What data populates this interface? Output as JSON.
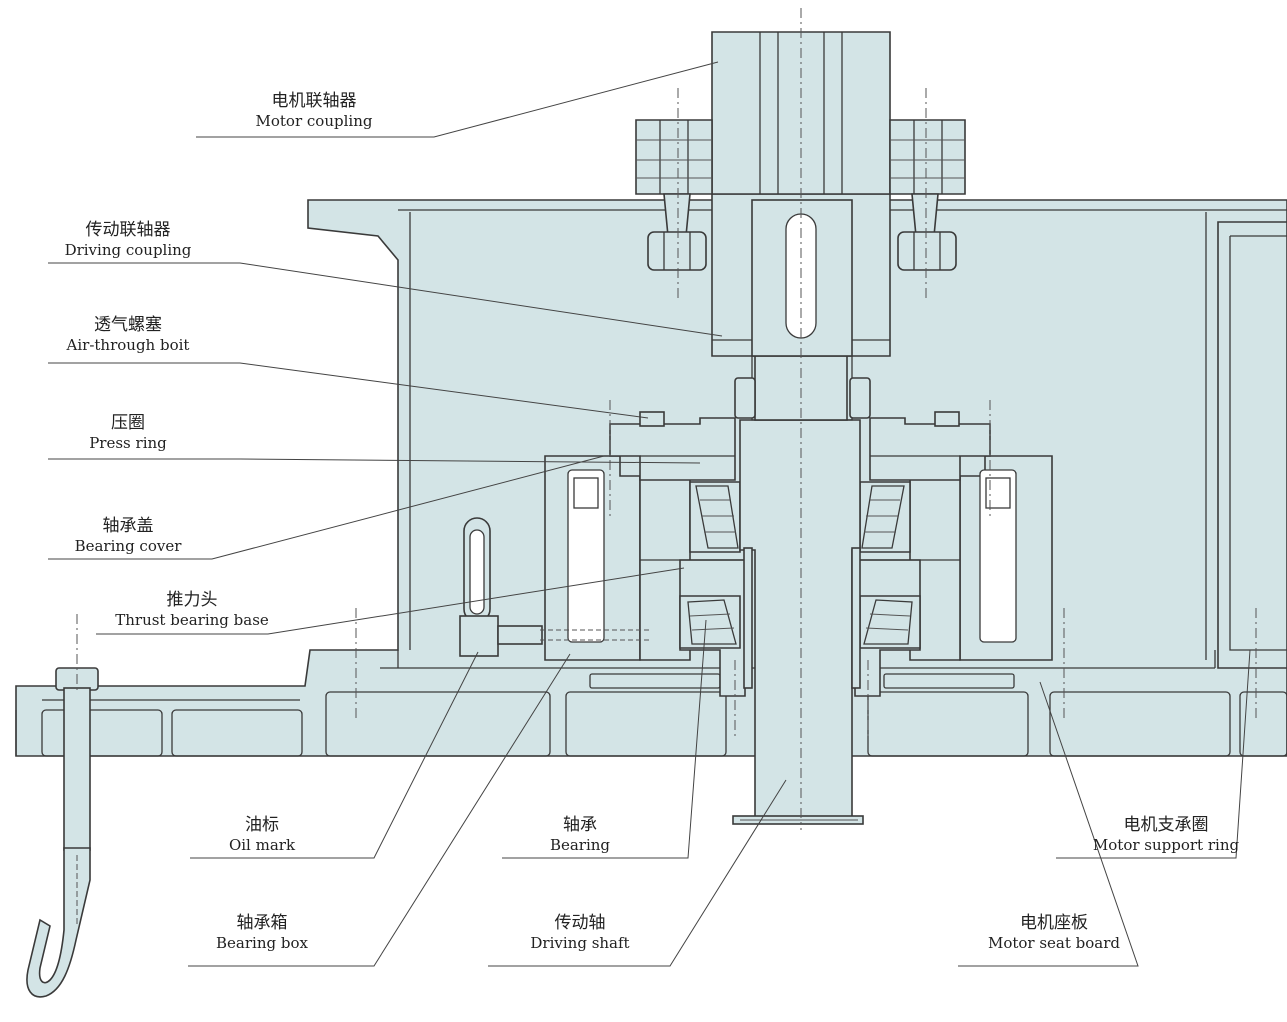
{
  "labels": {
    "motor_coupling": {
      "zh": "电机联轴器",
      "en": "Motor coupling"
    },
    "driving_coupling": {
      "zh": "传动联轴器",
      "en": "Driving coupling"
    },
    "air_through_bolt": {
      "zh": "透气螺塞",
      "en": "Air-through boit"
    },
    "press_ring": {
      "zh": "压圈",
      "en": "Press ring"
    },
    "bearing_cover": {
      "zh": "轴承盖",
      "en": "Bearing cover"
    },
    "thrust_bearing_base": {
      "zh": "推力头",
      "en": "Thrust bearing base"
    },
    "oil_mark": {
      "zh": "油标",
      "en": "Oil mark"
    },
    "bearing": {
      "zh": "轴承",
      "en": "Bearing"
    },
    "motor_support_ring": {
      "zh": "电机支承圈",
      "en": "Motor support ring"
    },
    "bearing_box": {
      "zh": "轴承箱",
      "en": "Bearing box"
    },
    "driving_shaft": {
      "zh": "传动轴",
      "en": "Driving shaft"
    },
    "motor_seat_board": {
      "zh": "电机座板",
      "en": "Motor seat board"
    }
  },
  "colors": {
    "part_fill": "#d3e4e6",
    "outline": "#3a3a3a",
    "background": "#ffffff"
  }
}
